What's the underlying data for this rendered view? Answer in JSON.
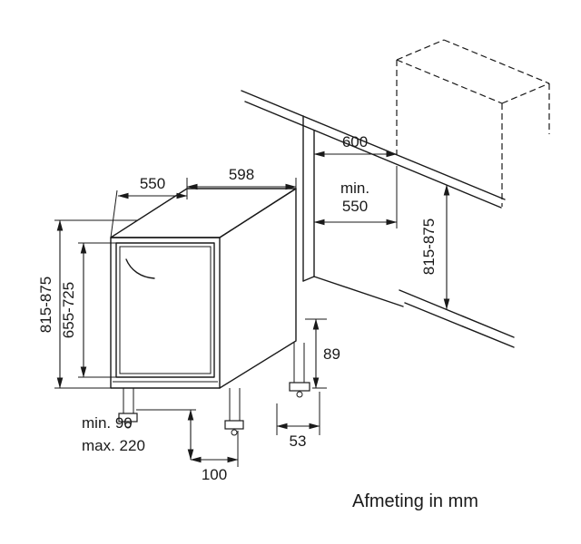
{
  "diagram": {
    "caption": "Afmeting in mm",
    "unit": "mm",
    "colors": {
      "line": "#1a1a1a",
      "background": "#ffffff"
    },
    "dims": {
      "depth_top": "550",
      "width_top": "598",
      "niche_width": "600",
      "niche_depth_line1": "min.",
      "niche_depth_line2": "550",
      "appliance_height": "815-875",
      "door_height": "655-725",
      "niche_height": "815-875",
      "rear_base_height": "89",
      "rear_foot_offset": "53",
      "front_foot_offset": "100",
      "plinth_min": "min. 90",
      "plinth_max": "max. 220"
    }
  }
}
